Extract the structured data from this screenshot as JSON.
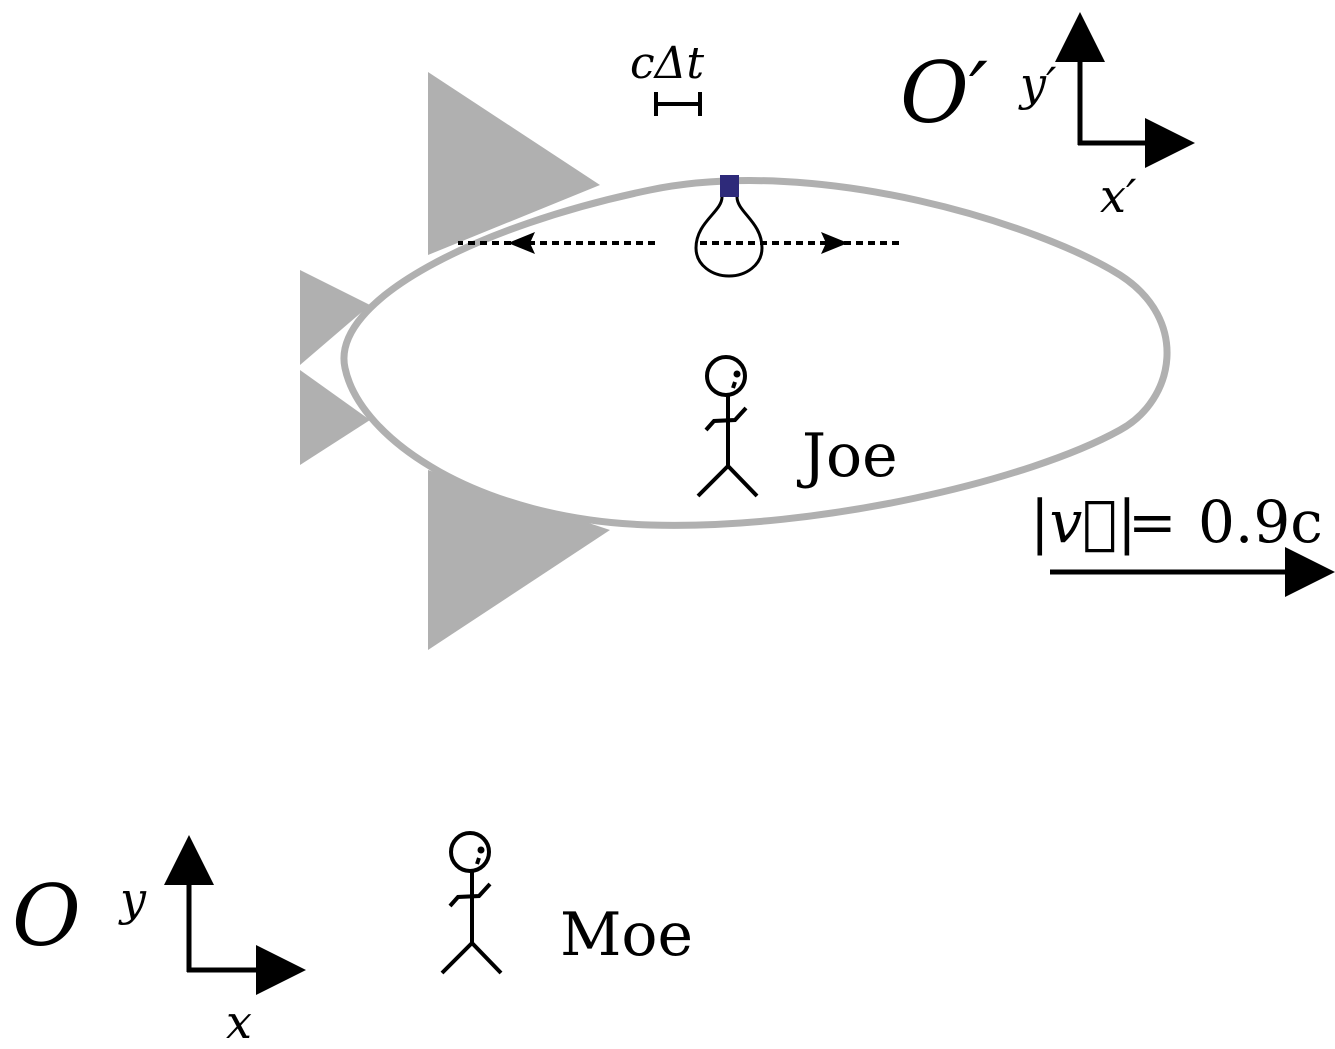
{
  "frames": {
    "primed": {
      "label": "O′",
      "y_axis": "y′",
      "x_axis": "x′"
    },
    "rest": {
      "label": "O",
      "y_axis": "y",
      "x_axis": "x"
    }
  },
  "light_label": "cΔt",
  "velocity": {
    "lhs": "|v⃗|",
    "eq": "=",
    "value": "0.9c"
  },
  "observers": {
    "joe": "Joe",
    "moe": "Moe"
  },
  "colors": {
    "ship": "#b0b0b0",
    "bulb_cap": "#2e2a7a",
    "ink": "#000000"
  }
}
